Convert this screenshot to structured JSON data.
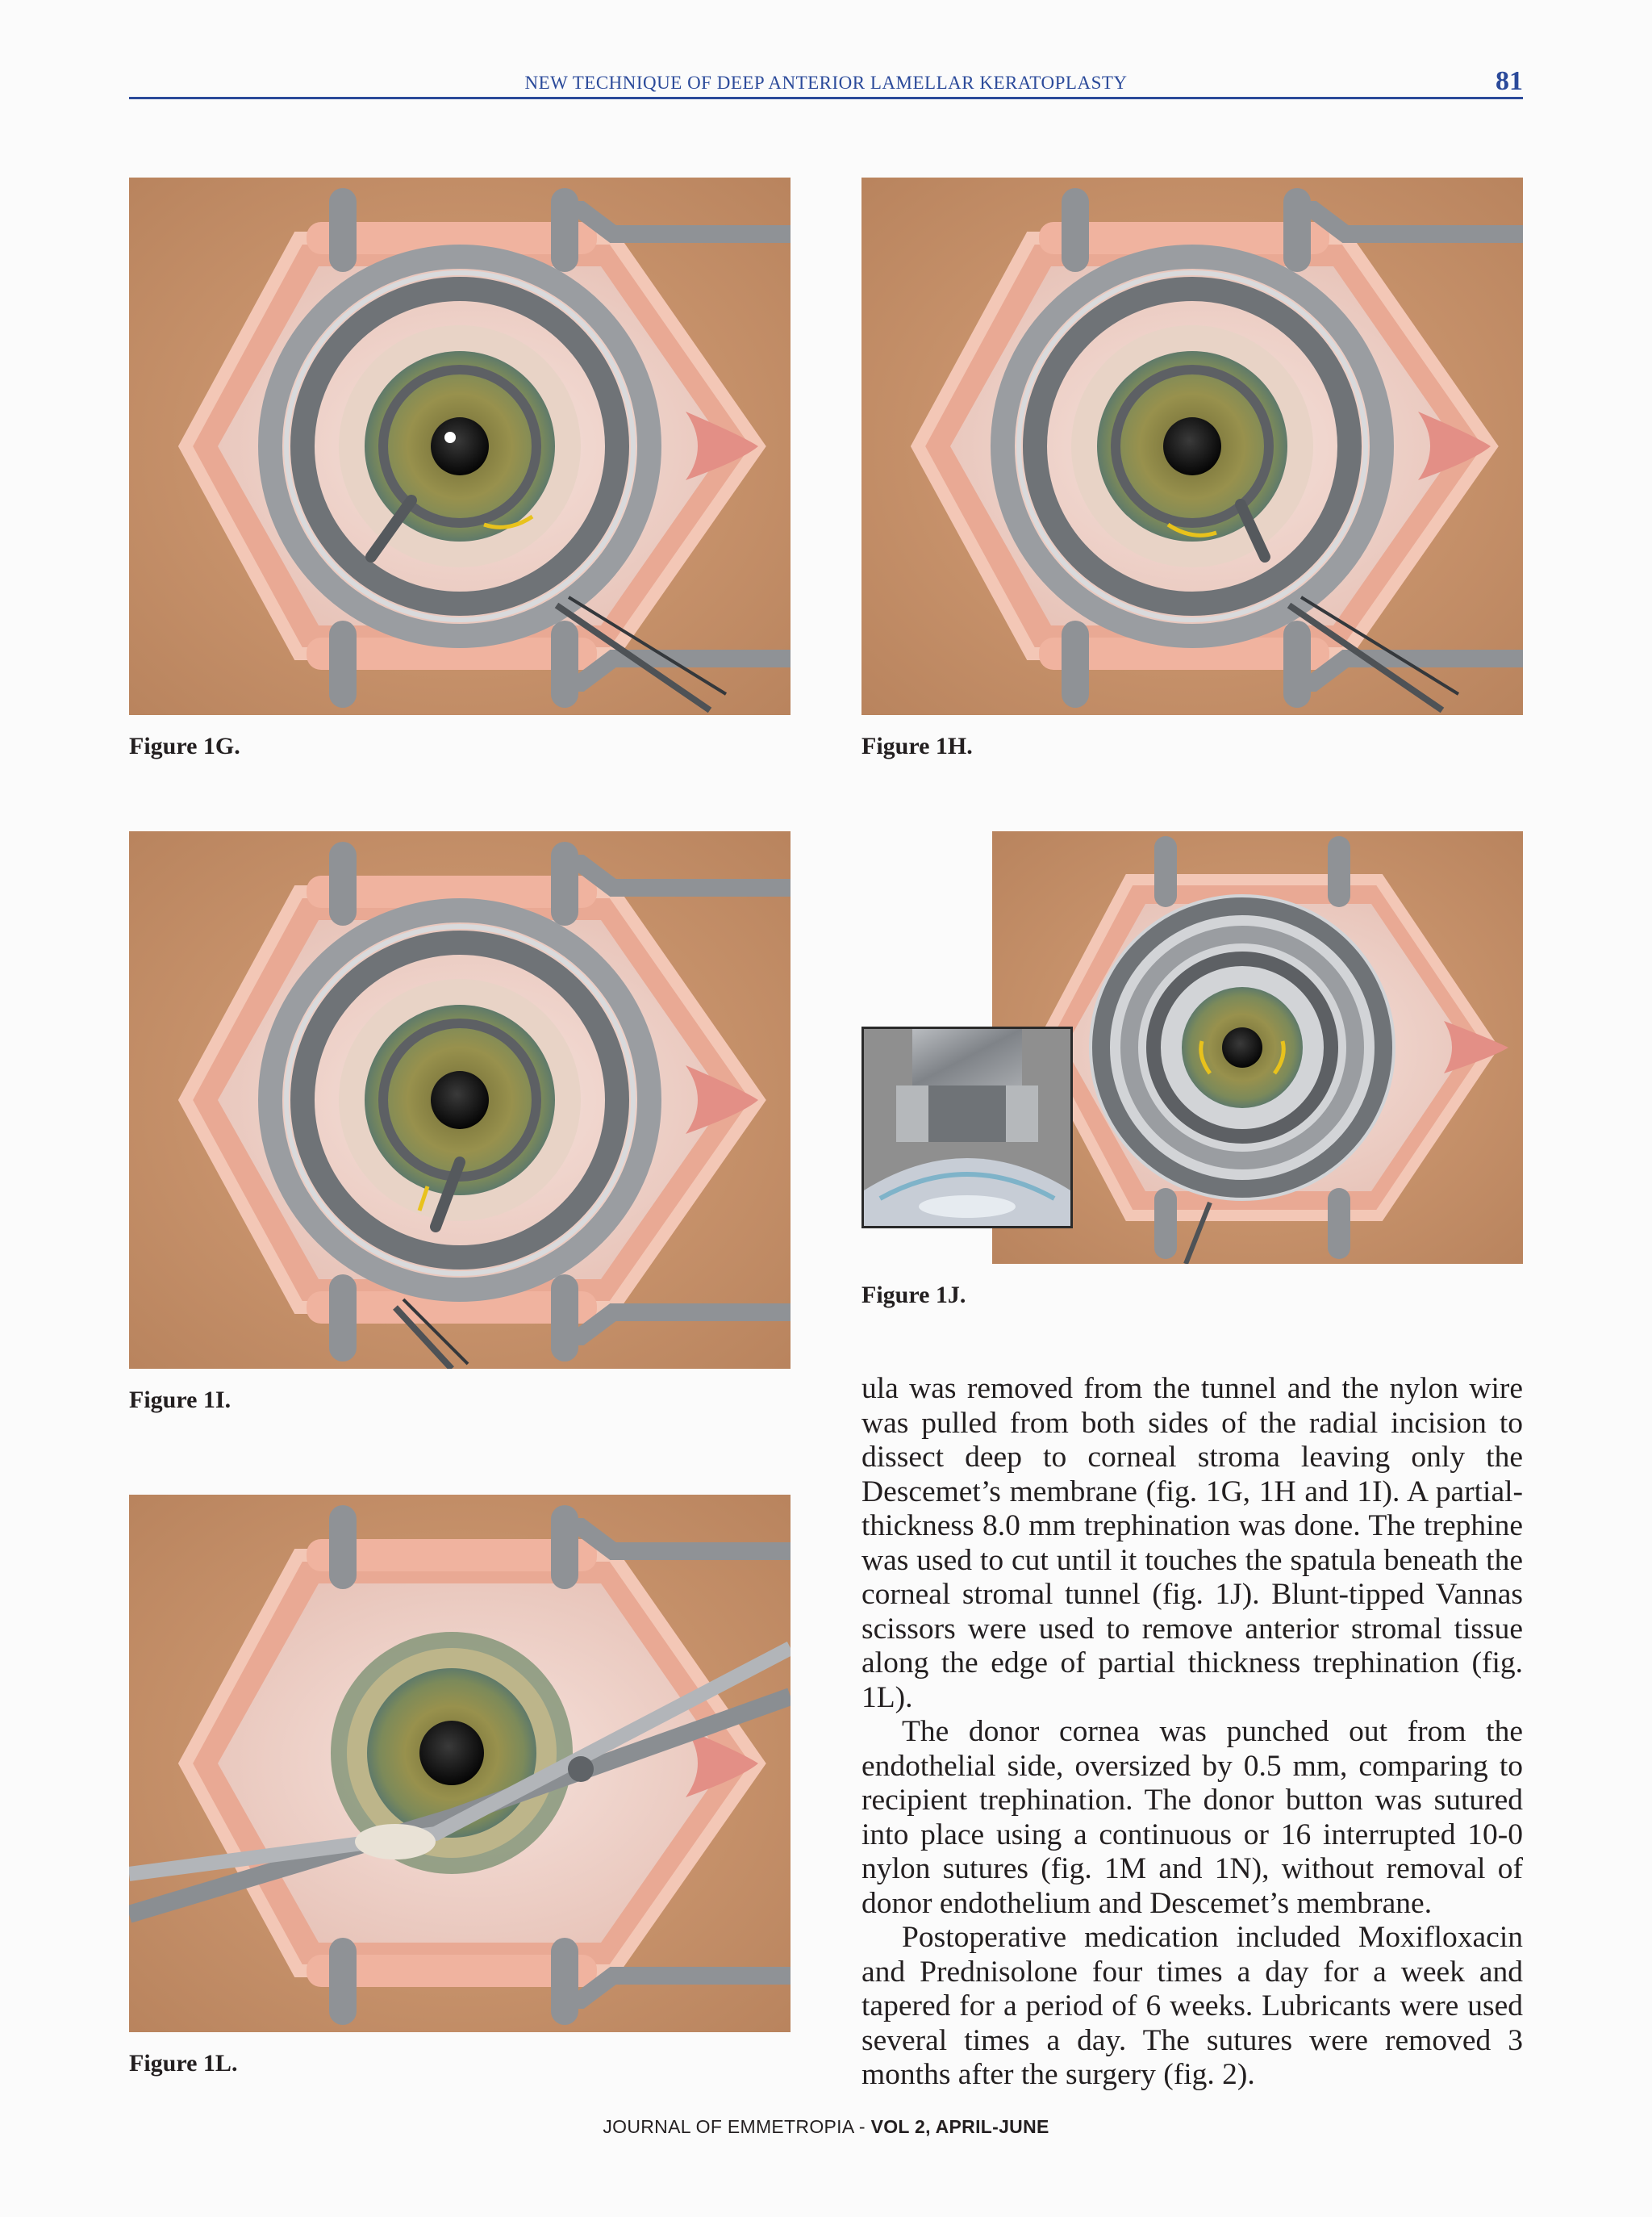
{
  "header": {
    "title": "NEW TECHNIQUE OF DEEP ANTERIOR LAMELLAR KERATOPLASTY",
    "page_number": "81"
  },
  "figures": {
    "g": {
      "caption": "Figure 1G."
    },
    "h": {
      "caption": "Figure 1H."
    },
    "i": {
      "caption": "Figure 1I."
    },
    "j": {
      "caption": "Figure 1J."
    },
    "l": {
      "caption": "Figure 1L."
    }
  },
  "body": {
    "p1": "ula was removed from the tunnel and the nylon wire was pulled from both sides of the radial incision to dissect deep to corneal stroma leaving only the Descemet’s membrane (fig. 1G, 1H and 1I). A partial-thickness 8.0 mm trephination was done. The trephine was used to cut until it touches the spatula beneath the corneal stromal tunnel (fig. 1J). Blunt-tipped Vannas scissors were used to remove anterior stromal tissue along the edge of partial thickness trephination (fig. 1L).",
    "p2": "The donor cornea was punched out from the endothelial side, oversized by 0.5 mm, comparing to recipient trephination. The donor button was sutured into place using a continuous or 16 interrupted 10-0 nylon sutures (fig. 1M and 1N), without removal of donor endothelium and Descemet’s membrane.",
    "p3": "Postoperative medication included Moxifloxacin and Prednisolone four times a day for a week and tapered for a period of 6 weeks. Lubricants were used several times a day. The sutures were removed 3 months after the surgery (fig. 2)."
  },
  "footer": {
    "journal": "JOURNAL OF EMMETROPIA - ",
    "issue": "VOL 2, APRIL-JUNE"
  },
  "colors": {
    "accent": "#2b4a9a",
    "skin": "#c9946c",
    "iris": "#8a8a4a",
    "speculum": "#8f9296"
  }
}
